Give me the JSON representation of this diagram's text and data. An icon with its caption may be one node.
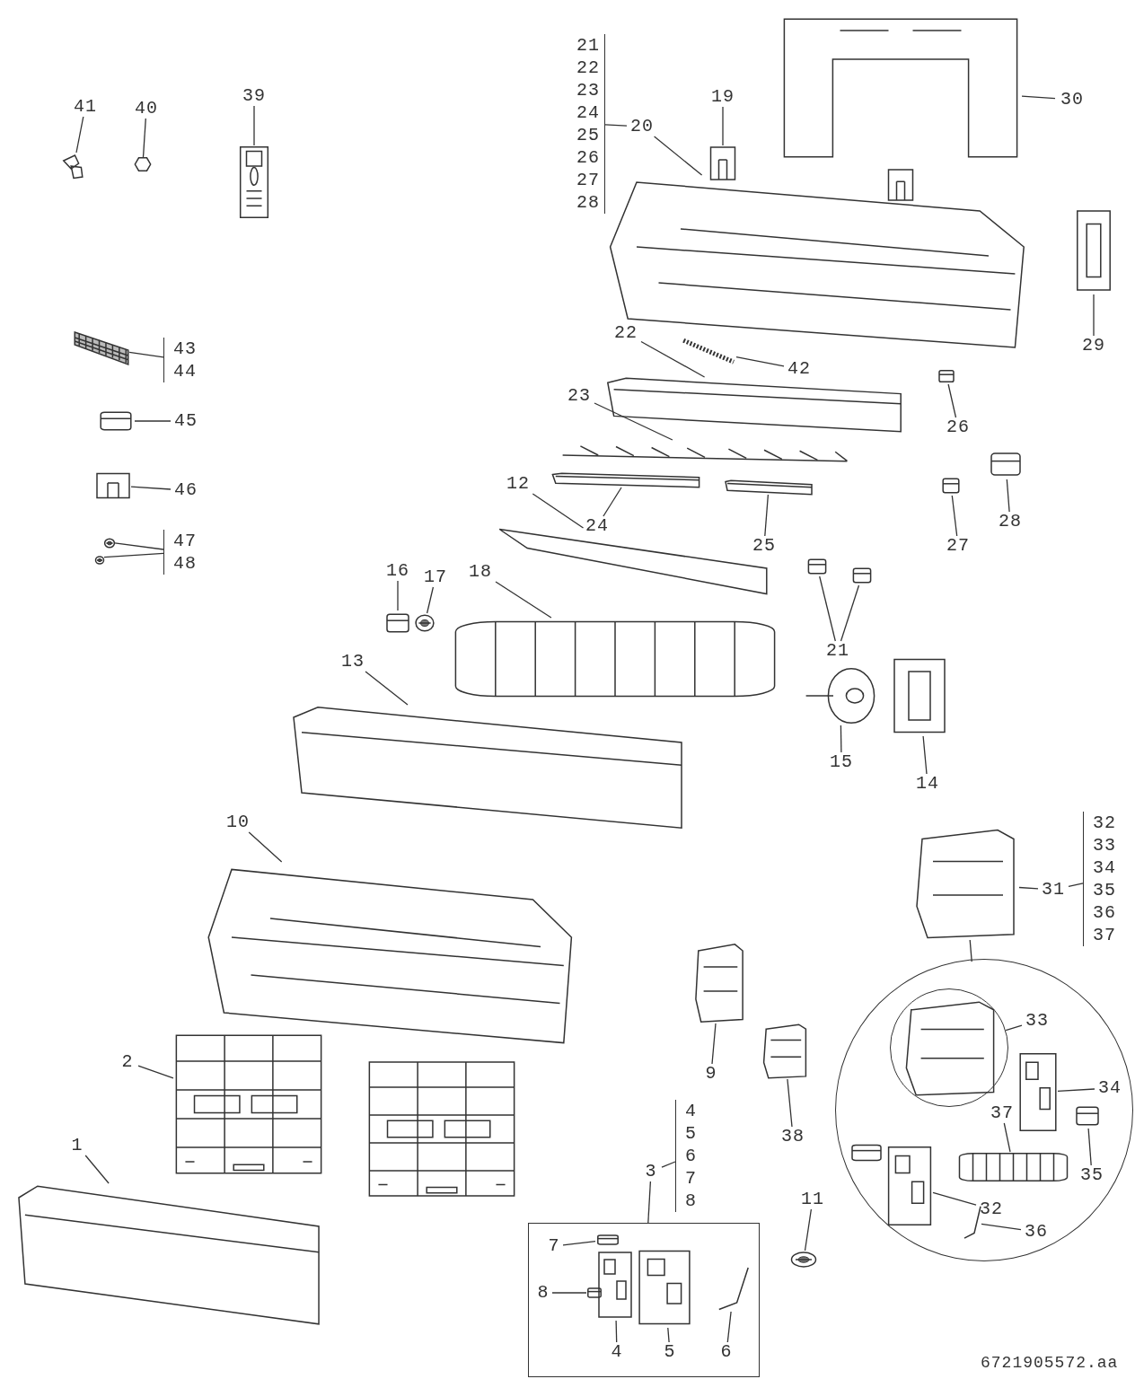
{
  "diagram": {
    "nodes": [
      {
        "text": [
          "41"
        ]
      },
      {
        "text": [],
        "shape": "picture"
      },
      {
        "text": [
          "40"
        ]
      },
      {
        "text": [],
        "shape": "picture"
      },
      {
        "text": [
          "39"
        ]
      },
      {
        "text": [],
        "shape": "picture"
      },
      {
        "text": [
          "21",
          "22",
          "23",
          "24",
          "25",
          "26",
          "27",
          "28"
        ]
      },
      {
        "text": [
          "20"
        ]
      },
      {
        "text": [],
        "shape": "picture"
      },
      {
        "text": [
          "19"
        ]
      },
      {
        "text": [],
        "shape": "picture"
      },
      {
        "text": [
          "30"
        ]
      },
      {
        "text": [],
        "shape": "picture"
      },
      {
        "text": [],
        "shape": "picture"
      },
      {
        "text": [
          "29"
        ]
      },
      {
        "text": [],
        "shape": "picture"
      },
      {
        "text": [
          "43",
          "44"
        ]
      },
      {
        "text": [],
        "shape": "picture"
      },
      {
        "text": [
          "45"
        ]
      },
      {
        "text": [],
        "shape": "picture"
      },
      {
        "text": [
          "46"
        ]
      },
      {
        "text": [],
        "shape": "picture"
      },
      {
        "text": [],
        "shape": "picture"
      },
      {
        "text": [
          "47",
          "48"
        ]
      },
      {
        "text": [
          "22"
        ]
      },
      {
        "text": [],
        "shape": "picture"
      },
      {
        "text": [],
        "shape": "picture"
      },
      {
        "text": [
          "42"
        ]
      },
      {
        "text": [],
        "shape": "picture"
      },
      {
        "text": [
          "26"
        ]
      },
      {
        "text": [
          "23"
        ]
      },
      {
        "text": [],
        "shape": "picture"
      },
      {
        "text": [],
        "shape": "picture"
      },
      {
        "text": [
          "24"
        ]
      },
      {
        "text": [],
        "shape": "picture"
      },
      {
        "text": [
          "25"
        ]
      },
      {
        "text": [],
        "shape": "picture"
      },
      {
        "text": [
          "28"
        ]
      },
      {
        "text": [],
        "shape": "picture"
      },
      {
        "text": [
          "27"
        ]
      },
      {
        "text": [
          "12"
        ]
      },
      {
        "text": [],
        "shape": "picture"
      },
      {
        "text": [
          "16"
        ]
      },
      {
        "text": [],
        "shape": "picture"
      },
      {
        "text": [
          "17"
        ]
      },
      {
        "text": [],
        "shape": "picture"
      },
      {
        "text": [
          "18"
        ]
      },
      {
        "text": [],
        "shape": "picture"
      },
      {
        "text": [],
        "shape": "picture"
      },
      {
        "text": [],
        "shape": "picture"
      },
      {
        "text": [
          "21"
        ]
      },
      {
        "text": [],
        "shape": "picture"
      },
      {
        "text": [
          "15"
        ]
      },
      {
        "text": [],
        "shape": "picture"
      },
      {
        "text": [
          "14"
        ]
      },
      {
        "text": [
          "13"
        ]
      },
      {
        "text": [],
        "shape": "picture"
      },
      {
        "text": [
          "10"
        ]
      },
      {
        "text": [],
        "shape": "picture"
      },
      {
        "text": [
          "32",
          "33",
          "34",
          "35",
          "36",
          "37"
        ]
      },
      {
        "text": [],
        "shape": "picture"
      },
      {
        "text": [
          "31"
        ]
      },
      {
        "text": [],
        "shape": "circle"
      },
      {
        "text": [],
        "shape": "circle",
        "in": 62
      },
      {
        "text": [],
        "shape": "picture",
        "in": 63
      },
      {
        "text": [
          "33"
        ],
        "in": 62
      },
      {
        "text": [],
        "shape": "picture",
        "in": 62
      },
      {
        "text": [
          "34"
        ],
        "in": 62
      },
      {
        "text": [
          "37"
        ],
        "in": 62
      },
      {
        "text": [],
        "shape": "picture",
        "in": 62
      },
      {
        "text": [],
        "shape": "picture",
        "in": 62
      },
      {
        "text": [
          "35"
        ],
        "in": 62
      },
      {
        "text": [],
        "shape": "picture",
        "in": 62
      },
      {
        "text": [
          "32"
        ],
        "in": 62
      },
      {
        "text": [],
        "shape": "picture",
        "in": 62
      },
      {
        "text": [
          "36"
        ],
        "in": 62
      },
      {
        "text": [],
        "shape": "picture"
      },
      {
        "text": [
          "9"
        ]
      },
      {
        "text": [],
        "shape": "picture"
      },
      {
        "text": [
          "38"
        ]
      },
      {
        "text": [
          "2"
        ]
      },
      {
        "text": [],
        "shape": "picture"
      },
      {
        "text": [
          "4",
          "5",
          "6",
          "7",
          "8"
        ]
      },
      {
        "text": [
          "3"
        ]
      },
      {
        "text": [
          "11"
        ]
      },
      {
        "text": [],
        "shape": "picture"
      },
      {
        "text": [
          "1"
        ]
      },
      {
        "text": [],
        "shape": "picture"
      },
      {
        "text": [],
        "shape": "box"
      },
      {
        "text": [
          "7"
        ],
        "in": 88
      },
      {
        "text": [],
        "shape": "picture",
        "in": 88
      },
      {
        "text": [
          "8"
        ],
        "in": 88
      },
      {
        "text": [],
        "shape": "picture",
        "in": 88
      },
      {
        "text": [],
        "shape": "picture",
        "in": 88
      },
      {
        "text": [
          "4"
        ],
        "in": 88
      },
      {
        "text": [],
        "shape": "picture",
        "in": 88
      },
      {
        "text": [
          "5"
        ],
        "in": 88
      },
      {
        "text": [],
        "shape": "picture",
        "in": 88
      },
      {
        "text": [
          "6"
        ],
        "in": 88
      }
    ],
    "edges": [
      {
        "from": 0,
        "to": 1,
        "arrow": "none"
      },
      {
        "from": 2,
        "to": 3,
        "arrow": "none"
      },
      {
        "from": 4,
        "to": 5,
        "arrow": "none"
      },
      {
        "from": 6,
        "to": 7,
        "arrow": "none"
      },
      {
        "from": 7,
        "to": 8,
        "arrow": "none"
      },
      {
        "from": 9,
        "to": 10,
        "arrow": "none"
      },
      {
        "from": 11,
        "to": 12,
        "arrow": "none"
      },
      {
        "from": 14,
        "to": 13,
        "arrow": "none"
      },
      {
        "from": 16,
        "to": 15,
        "arrow": "none"
      },
      {
        "from": 18,
        "to": 17,
        "arrow": "none"
      },
      {
        "from": 20,
        "to": 19,
        "arrow": "none"
      },
      {
        "from": 23,
        "to": 21,
        "arrow": "none"
      },
      {
        "from": 23,
        "to": 22,
        "arrow": "none"
      },
      {
        "from": 24,
        "to": 25,
        "arrow": "none"
      },
      {
        "from": 27,
        "to": 26,
        "arrow": "none"
      },
      {
        "from": 29,
        "to": 28,
        "arrow": "none"
      },
      {
        "from": 30,
        "to": 31,
        "arrow": "none"
      },
      {
        "from": 33,
        "to": 32,
        "arrow": "none"
      },
      {
        "from": 35,
        "to": 34,
        "arrow": "none"
      },
      {
        "from": 37,
        "to": 36,
        "arrow": "none"
      },
      {
        "from": 39,
        "to": 38,
        "arrow": "none"
      },
      {
        "from": 40,
        "to": 41,
        "arrow": "none"
      },
      {
        "from": 42,
        "to": 43,
        "arrow": "none"
      },
      {
        "from": 44,
        "to": 45,
        "arrow": "none"
      },
      {
        "from": 46,
        "to": 47,
        "arrow": "none"
      },
      {
        "from": 50,
        "to": 48,
        "arrow": "none"
      },
      {
        "from": 50,
        "to": 49,
        "arrow": "none"
      },
      {
        "from": 52,
        "to": 51,
        "arrow": "none"
      },
      {
        "from": 54,
        "to": 53,
        "arrow": "none"
      },
      {
        "from": 55,
        "to": 56,
        "arrow": "none"
      },
      {
        "from": 57,
        "to": 58,
        "arrow": "none"
      },
      {
        "from": 59,
        "to": 61,
        "arrow": "none"
      },
      {
        "from": 61,
        "to": 60,
        "arrow": "none"
      },
      {
        "from": 60,
        "to": 62,
        "arrow": "none"
      },
      {
        "from": 65,
        "to": 63,
        "arrow": "none"
      },
      {
        "from": 67,
        "to": 66,
        "arrow": "none"
      },
      {
        "from": 68,
        "to": 69,
        "arrow": "none"
      },
      {
        "from": 71,
        "to": 70,
        "arrow": "none"
      },
      {
        "from": 73,
        "to": 72,
        "arrow": "none"
      },
      {
        "from": 75,
        "to": 74,
        "arrow": "none"
      },
      {
        "from": 77,
        "to": 76,
        "arrow": "none"
      },
      {
        "from": 79,
        "to": 78,
        "arrow": "none"
      },
      {
        "from": 80,
        "to": 81,
        "arrow": "none"
      },
      {
        "from": 82,
        "to": 83,
        "arrow": "none"
      },
      {
        "from": 83,
        "to": 88,
        "arrow": "none"
      },
      {
        "from": 84,
        "to": 85,
        "arrow": "none"
      },
      {
        "from": 86,
        "to": 87,
        "arrow": "none"
      },
      {
        "from": 89,
        "to": 90,
        "arrow": "none"
      },
      {
        "from": 91,
        "to": 92,
        "arrow": "none"
      },
      {
        "from": 94,
        "to": 93,
        "arrow": "none"
      },
      {
        "from": 96,
        "to": 95,
        "arrow": "none"
      },
      {
        "from": 98,
        "to": 97,
        "arrow": "none"
      }
    ],
    "labels": [
      "6721905572.aa"
    ]
  }
}
